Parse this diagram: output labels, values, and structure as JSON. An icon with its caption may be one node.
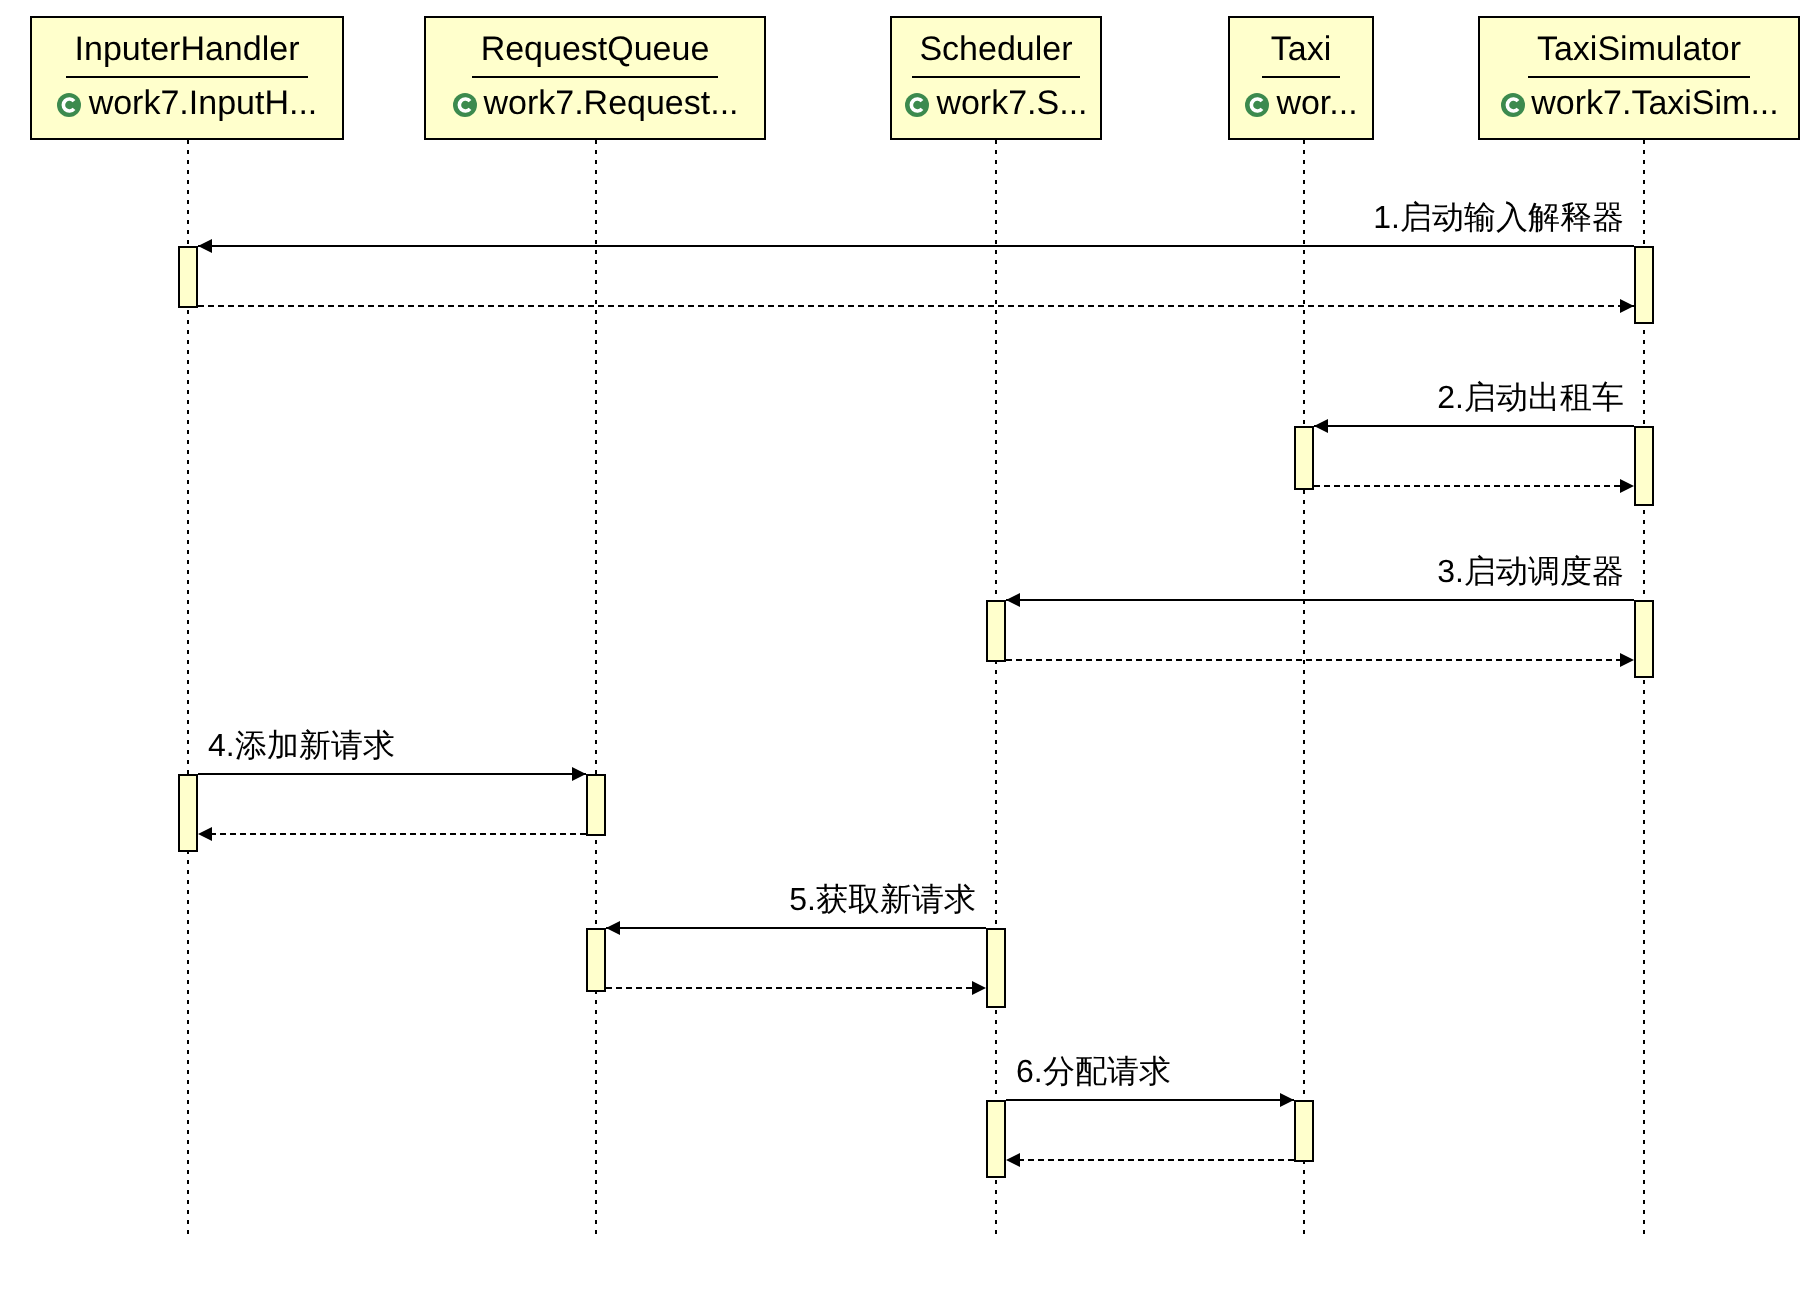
{
  "diagram": {
    "nodes": [
      {
        "text": [
          "InputerHandler",
          "work7.InputH..."
        ]
      },
      {
        "text": [
          "RequestQueue",
          "work7.Request..."
        ]
      },
      {
        "text": [
          "Scheduler",
          "work7.S..."
        ]
      },
      {
        "text": [
          "Taxi",
          "wor..."
        ]
      },
      {
        "text": [
          "TaxiSimulator",
          "work7.TaxiSim..."
        ]
      },
      {
        "text": [],
        "shape": "bar"
      },
      {
        "text": [],
        "shape": "bar"
      },
      {
        "text": [],
        "shape": "bar"
      },
      {
        "text": [],
        "shape": "bar"
      },
      {
        "text": [],
        "shape": "bar"
      },
      {
        "text": [],
        "shape": "bar"
      },
      {
        "text": [],
        "shape": "bar"
      },
      {
        "text": [],
        "shape": "bar"
      },
      {
        "text": [],
        "shape": "bar"
      },
      {
        "text": [],
        "shape": "bar"
      },
      {
        "text": [],
        "shape": "bar"
      },
      {
        "text": [],
        "shape": "bar"
      }
    ],
    "edges": [
      {
        "from": 6,
        "to": 5,
        "arrow": "to",
        "label": "1.启动输入解释器"
      },
      {
        "from": 5,
        "to": 6,
        "arrow": "to",
        "style": "dashed"
      },
      {
        "from": 8,
        "to": 7,
        "arrow": "to",
        "label": "2.启动出租车"
      },
      {
        "from": 7,
        "to": 8,
        "arrow": "to",
        "style": "dashed"
      },
      {
        "from": 10,
        "to": 9,
        "arrow": "to",
        "label": "3.启动调度器"
      },
      {
        "from": 9,
        "to": 10,
        "arrow": "to",
        "style": "dashed"
      },
      {
        "from": 11,
        "to": 12,
        "arrow": "to",
        "label": "4.添加新请求"
      },
      {
        "from": 12,
        "to": 11,
        "arrow": "to",
        "style": "dashed"
      },
      {
        "from": 14,
        "to": 13,
        "arrow": "to",
        "label": "5.获取新请求"
      },
      {
        "from": 13,
        "to": 14,
        "arrow": "to",
        "style": "dashed"
      },
      {
        "from": 15,
        "to": 16,
        "arrow": "to",
        "label": "6.分配请求"
      },
      {
        "from": 16,
        "to": 15,
        "arrow": "to",
        "style": "dashed"
      }
    ]
  }
}
